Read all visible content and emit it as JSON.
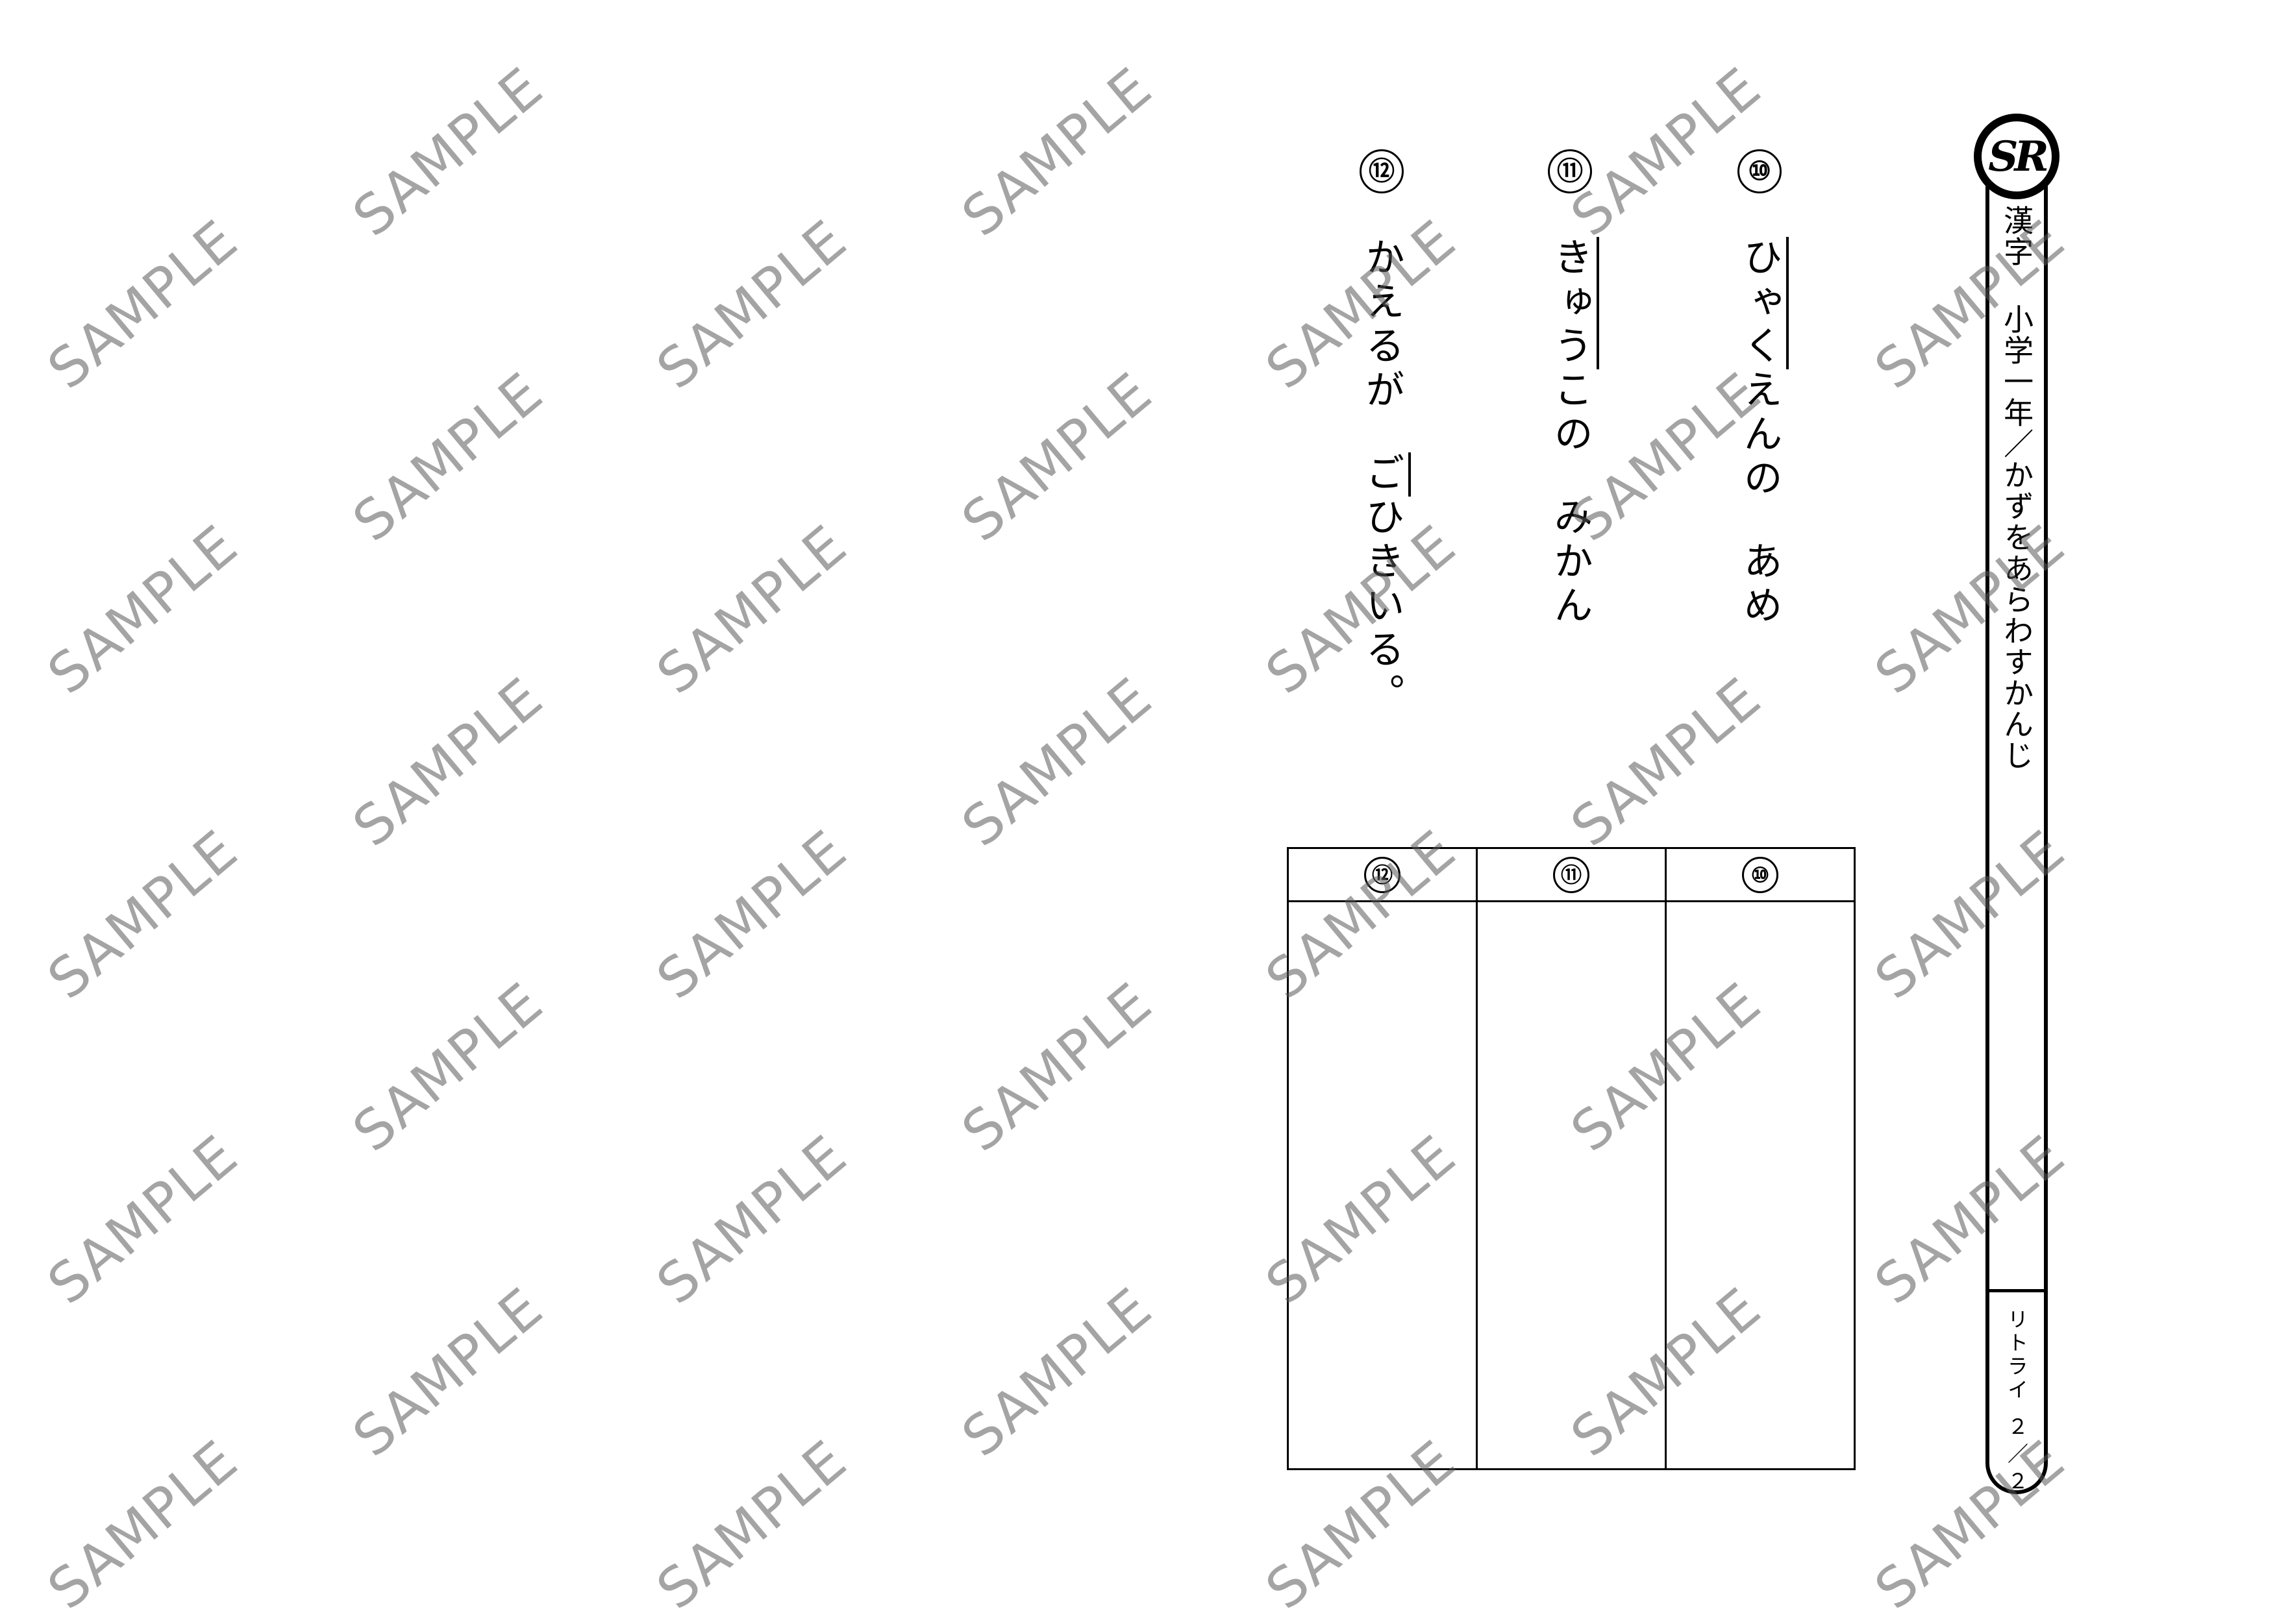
{
  "header": {
    "logo_text": "SR",
    "title": "漢字 小学一年／かずをあらわすかんじ",
    "retry_label": "リトライ",
    "page": "２／２"
  },
  "questions": [
    {
      "number": "⑩",
      "pre": "",
      "underlined": "ひゃく",
      "post": "えんの",
      "after_gap": "あめ"
    },
    {
      "number": "⑪",
      "pre": "",
      "underlined": "きゅう",
      "post": "この",
      "after_gap": "みかん"
    },
    {
      "number": "⑫",
      "pre": "かえるが",
      "underlined": "ご",
      "post": "ひきいる。",
      "after_gap": ""
    }
  ],
  "answer_table": {
    "headers": [
      "⑫",
      "⑪",
      "⑩"
    ]
  },
  "watermark": "SAMPLE"
}
